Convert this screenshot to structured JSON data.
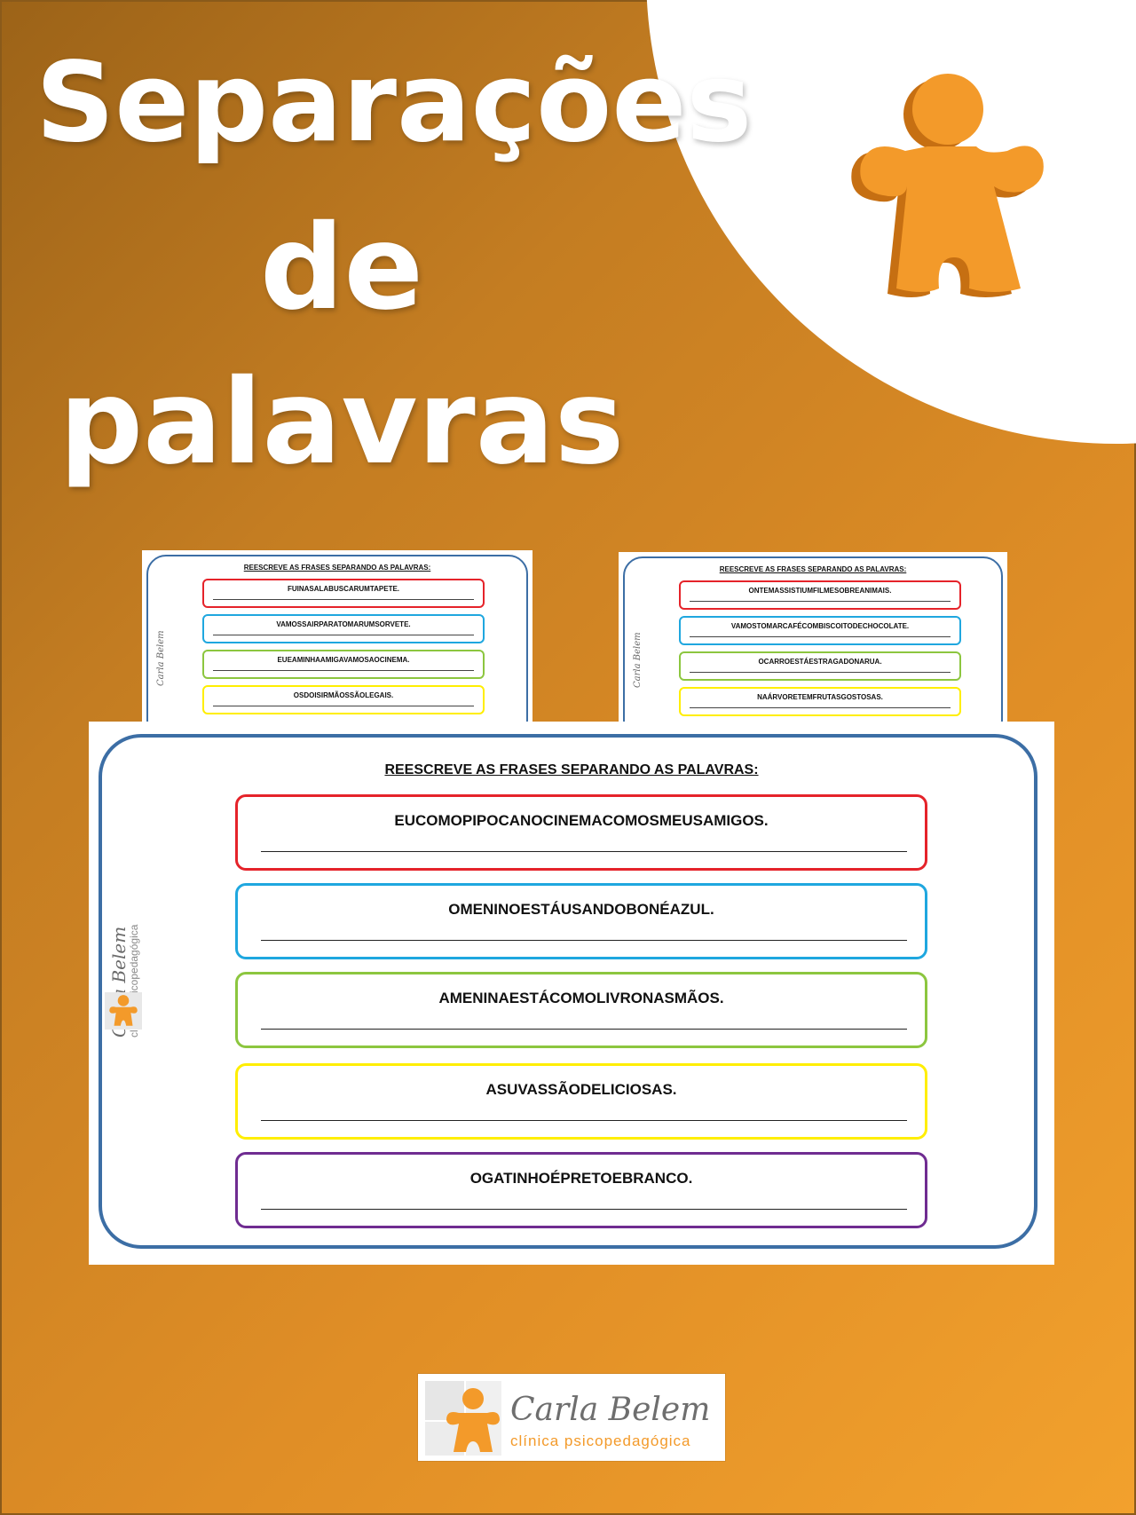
{
  "title": {
    "line1": "Separações",
    "line2": "de",
    "line3": "palavras"
  },
  "colors": {
    "orange": "#f39a2a",
    "frame_blue": "#3c6ea5",
    "red": "#e5232a",
    "blue": "#1fa7df",
    "green": "#8cc63f",
    "yellow": "#ffee00",
    "purple": "#6f2c91"
  },
  "worksheet_left": {
    "heading": "REESCREVE AS FRASES SEPARANDO AS PALAVRAS:",
    "sentences": [
      "FUINASALABUSCARUMTAPETE.",
      "VAMOSSAIRPARATOMARUMSORVETE.",
      "EUEAMINHAAMIGAVAMOSAOCINEMA.",
      "OSDOISIRMÃOSSÃOLEGAIS."
    ]
  },
  "worksheet_right": {
    "heading": "REESCREVE AS FRASES SEPARANDO AS PALAVRAS:",
    "sentences": [
      "ONTEMASSISTIUMFILMESOBREANIMAIS.",
      "VAMOSTOMARCAFÉCOMBISCOITODECHOCOLATE.",
      "OCARROESTÁESTRAGADONARUA.",
      "NAÁRVORETEMFRUTASGOSTOSAS."
    ]
  },
  "worksheet_main": {
    "heading": "REESCREVE AS FRASES SEPARANDO AS PALAVRAS:",
    "sentences": [
      "EUCOMOPIPOCANOCINEMACOMOSMEUSAMIGOS.",
      "OMENINOESTÁUSANDOBONÉAZUL.",
      "AMENINAESTÁCOMOLIVRONASMÃOS.",
      "ASUVASSÃODELICIOSAS.",
      "OGATINHOÉPRETOEBRANCO."
    ]
  },
  "brand": {
    "name": "Carla Belem",
    "subtitle": "clínica psicopedagógica"
  },
  "icons": [
    "puzzle-person-icon",
    "puzzle-logo-icon"
  ]
}
